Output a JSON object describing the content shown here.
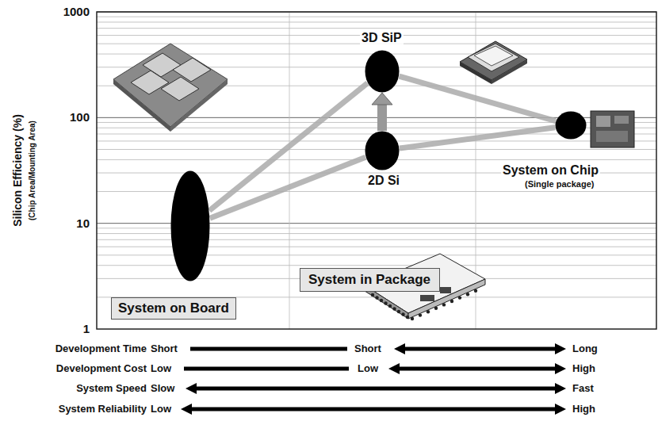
{
  "diagram": {
    "nodes": [
      {
        "text": [
          "System on Board"
        ]
      },
      {
        "text": [
          "3D SiP"
        ]
      },
      {
        "text": [
          "2D Si"
        ]
      },
      {
        "text": [
          "System on Chip",
          "(Single package)"
        ]
      },
      {
        "text": [
          "System in Package"
        ]
      }
    ],
    "edges": [
      {
        "from": 0,
        "to": 1,
        "arrow": "none"
      },
      {
        "from": 0,
        "to": 2,
        "arrow": "none"
      },
      {
        "from": 1,
        "to": 3,
        "arrow": "none"
      },
      {
        "from": 2,
        "to": 3,
        "arrow": "none"
      },
      {
        "from": 2,
        "to": 1,
        "arrow": "to"
      }
    ],
    "labels": [
      "1000",
      "100",
      "10",
      "1",
      "Silicon Efficiency (%)",
      "(Chip Area/Mounting Area)",
      "Development Time",
      "Short",
      "Short",
      "Long",
      "Development Cost",
      "Low",
      "Low",
      "High",
      "System Speed",
      "Slow",
      "Fast",
      "System Reliability",
      "Low",
      "High"
    ]
  }
}
